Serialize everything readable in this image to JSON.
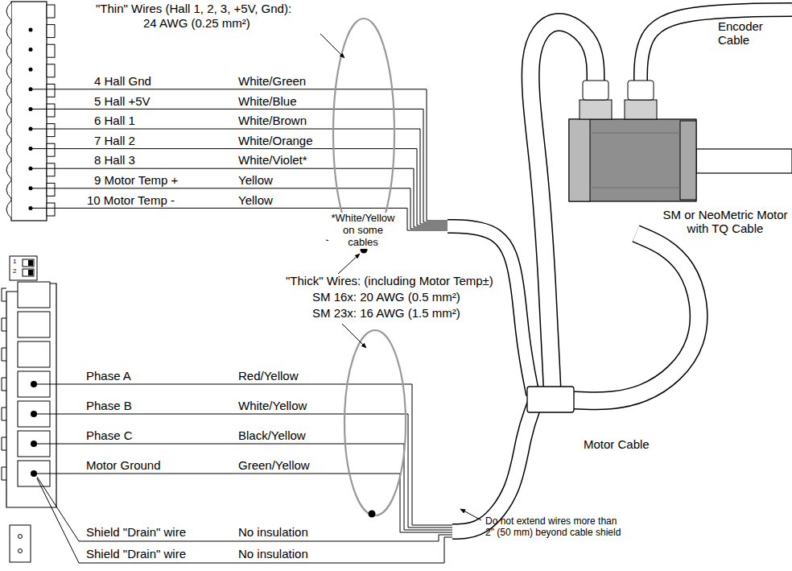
{
  "diagram": {
    "labels": [
      "\"Thin\" Wires (Hall 1, 2, 3, +5V, Gnd):",
      "24 AWG (0.25 mm²)",
      "4 Hall Gnd",
      "White/Green",
      "5 Hall +5V",
      "White/Blue",
      "6 Hall 1",
      "White/Brown",
      "7 Hall 2",
      "White/Orange",
      "8 Hall 3",
      "White/Violet*",
      "9 Motor Temp +",
      "Yellow",
      "10 Motor Temp -",
      "Yellow",
      "*White/Yellow on some cables",
      "\"Thick\" Wires: (including Motor Temp±)",
      "SM 16x: 20 AWG (0.5 mm²)",
      "SM 23x: 16 AWG (1.5 mm²)",
      "1",
      "2",
      "Phase A",
      "Red/Yellow",
      "Phase B",
      "White/Yellow",
      "Phase C",
      "Black/Yellow",
      "Motor Ground",
      "Green/Yellow",
      "Shield \"Drain\" wire",
      "No insulation",
      "Shield \"Drain\" wire",
      "No insulation",
      "Encoder Cable",
      "SM or NeoMetric Motor with TQ Cable",
      "Motor Cable",
      "Do not extend wires more than 2\" (50 mm) beyond cable shield"
    ]
  }
}
